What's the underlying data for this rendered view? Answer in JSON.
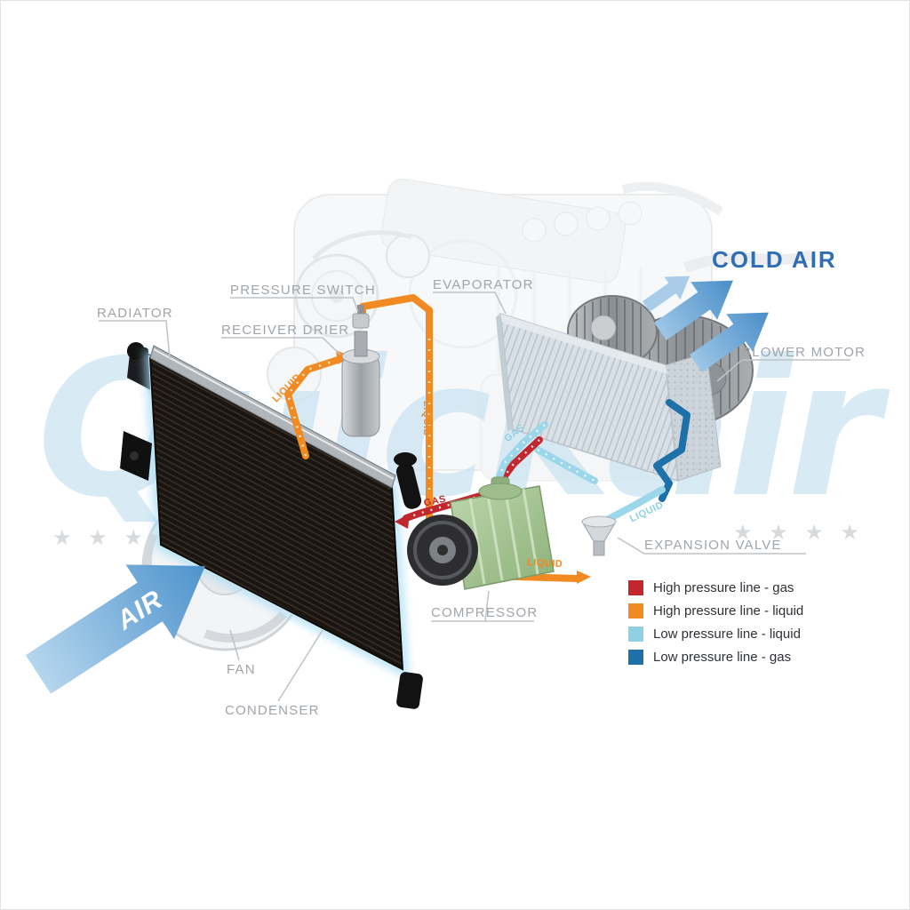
{
  "watermark": {
    "text": "Quickair",
    "stars_left": "★ ★ ★",
    "stars_right": "★ ★ ★ ★"
  },
  "flow_arrows": {
    "air": "AIR",
    "cold_air": "COLD AIR"
  },
  "component_labels": {
    "radiator": "RADIATOR",
    "pressure_switch": "PRESSURE SWITCH",
    "receiver_drier": "RECEIVER DRIER",
    "evaporator": "EVAPORATOR",
    "blower_motor": "BLOWER MOTOR",
    "expansion_valve": "EXPANSION VALVE",
    "compressor": "COMPRESSOR",
    "fan": "FAN",
    "condenser": "CONDENSER"
  },
  "pipe_labels": {
    "liquid_condenser_to_drier": "LIQUID",
    "liquid_drier_down": "LIQUID",
    "liquid_to_expansion_valve": "LIQUID",
    "liquid_expansion_to_evaporator": "LIQUID",
    "gas_compressor_to_condenser": "GAS",
    "gas_evaporator_to_compressor": "GAS"
  },
  "legend": {
    "items": [
      {
        "label": "High pressure line - gas",
        "color": "#c1272d"
      },
      {
        "label": "High pressure line - liquid",
        "color": "#f18a21"
      },
      {
        "label": "Low pressure line - liquid",
        "color": "#8fd1e3"
      },
      {
        "label": "Low pressure line -  gas",
        "color": "#1d71a8"
      }
    ]
  },
  "colors": {
    "high_pressure_gas": "#c1272d",
    "high_pressure_liquid": "#f18a21",
    "low_pressure_liquid": "#8fd1e3",
    "low_pressure_gas": "#1d71a8",
    "cold_air_text": "#2f6db5",
    "label_gray": "#a0a5aa"
  }
}
